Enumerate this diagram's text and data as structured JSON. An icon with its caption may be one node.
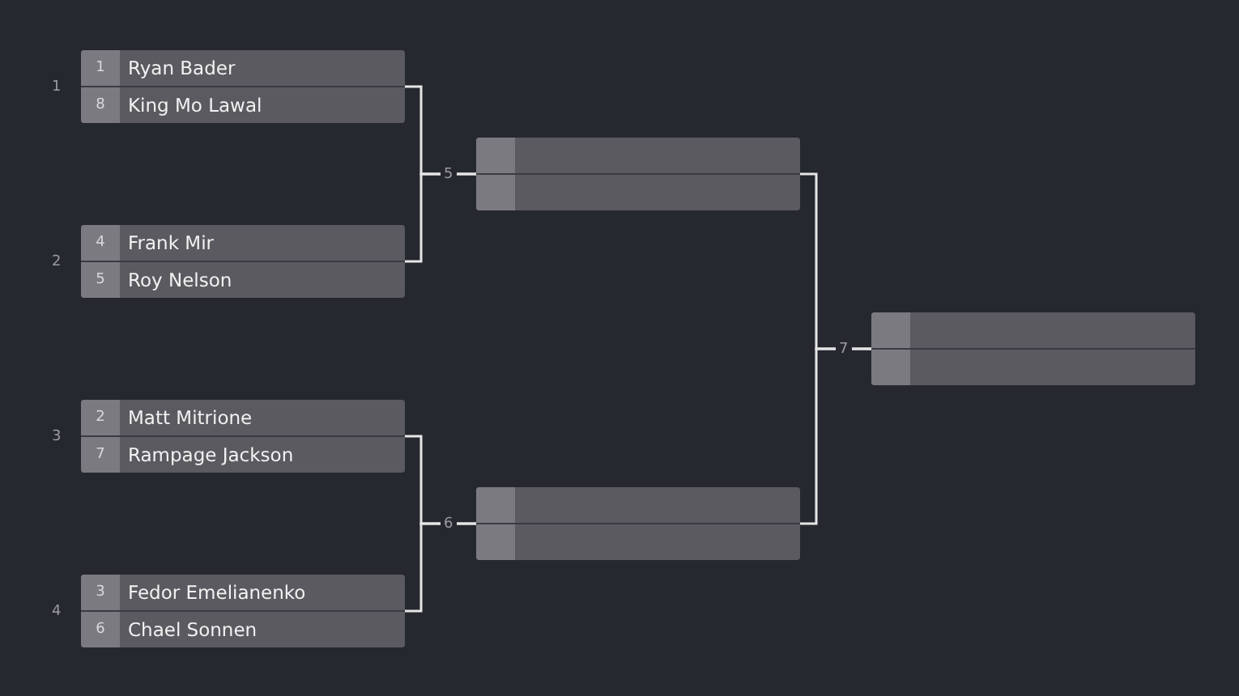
{
  "diagram": {
    "nodes": [
      {
        "text": [
          "1",
          "Ryan Bader",
          "8",
          "King Mo Lawal"
        ],
        "beside": [
          "1"
        ]
      },
      {
        "text": [
          "4",
          "Frank Mir",
          "5",
          "Roy Nelson"
        ],
        "beside": [
          "2"
        ]
      },
      {
        "text": [
          "2",
          "Matt Mitrione",
          "7",
          "Rampage Jackson"
        ],
        "beside": [
          "3"
        ]
      },
      {
        "text": [
          "3",
          "Fedor Emelianenko",
          "6",
          "Chael Sonnen"
        ],
        "beside": [
          "4"
        ]
      },
      {
        "text": [],
        "shape": "box",
        "beside": [
          "5"
        ]
      },
      {
        "text": [],
        "shape": "box",
        "beside": [
          "6"
        ]
      },
      {
        "text": [],
        "shape": "box",
        "beside": [
          "7"
        ]
      }
    ],
    "edges": [
      {
        "from": 0,
        "to": 4,
        "arrow": "none"
      },
      {
        "from": 1,
        "to": 4,
        "arrow": "none"
      },
      {
        "from": 2,
        "to": 5,
        "arrow": "none"
      },
      {
        "from": 3,
        "to": 5,
        "arrow": "none"
      },
      {
        "from": 4,
        "to": 6,
        "arrow": "none"
      },
      {
        "from": 5,
        "to": 6,
        "arrow": "none"
      }
    ]
  }
}
